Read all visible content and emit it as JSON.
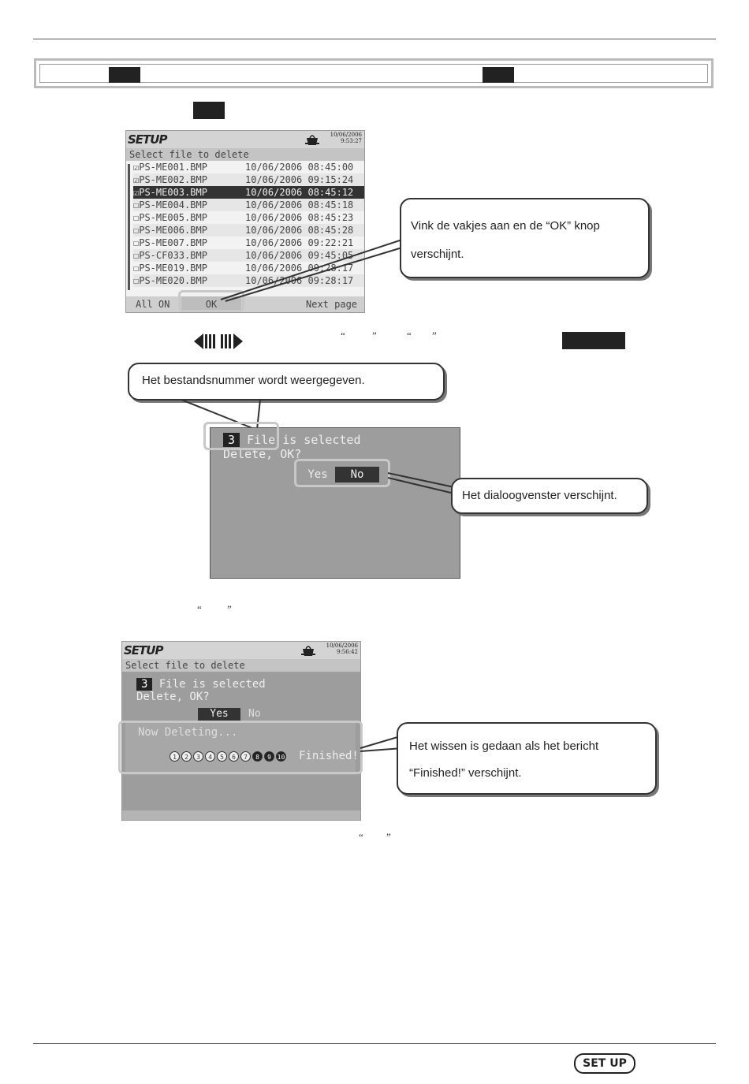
{
  "step1": {
    "screen": {
      "logo": "SETUP",
      "date": "10/06/2006",
      "time": "9:53:27",
      "subtitle": "Select file to delete",
      "files": [
        {
          "name": "PS-ME001.BMP",
          "datetime": "10/06/2006 08:45:00",
          "checked": true
        },
        {
          "name": "PS-ME002.BMP",
          "datetime": "10/06/2006 09:15:24",
          "checked": true
        },
        {
          "name": "PS-ME003.BMP",
          "datetime": "10/06/2006 08:45:12",
          "checked": true
        },
        {
          "name": "PS-ME004.BMP",
          "datetime": "10/06/2006 08:45:18",
          "checked": false
        },
        {
          "name": "PS-ME005.BMP",
          "datetime": "10/06/2006 08:45:23",
          "checked": false
        },
        {
          "name": "PS-ME006.BMP",
          "datetime": "10/06/2006 08:45:28",
          "checked": false
        },
        {
          "name": "PS-ME007.BMP",
          "datetime": "10/06/2006 09:22:21",
          "checked": false
        },
        {
          "name": "PS-CF033.BMP",
          "datetime": "10/06/2006 09:45:05",
          "checked": false
        },
        {
          "name": "PS-ME019.BMP",
          "datetime": "10/06/2006 09:28:17",
          "checked": false
        },
        {
          "name": "PS-ME020.BMP",
          "datetime": "10/06/2006 09:28:17",
          "checked": false
        }
      ],
      "selected_row": 2,
      "footer": {
        "all_on": "All ON",
        "ok": "OK",
        "next_page": "Next page"
      }
    },
    "callout": "Vink de vakjes aan en de “OK” knop verschijnt."
  },
  "step2": {
    "callout_top": "Het bestandsnummer wordt weergegeven.",
    "dialog": {
      "count": "3",
      "line1": "File is selected",
      "line2": "Delete, OK?",
      "yes": "Yes",
      "no": "No"
    },
    "callout_right": "Het dialoogvenster verschijnt."
  },
  "step3": {
    "screen": {
      "logo": "SETUP",
      "date": "10/06/2006",
      "time": "9:56:42",
      "subtitle": "Select file to delete",
      "count": "3",
      "line1": "File is selected",
      "line2": "Delete, OK?",
      "yes": "Yes",
      "no": "No",
      "deleting": "Now Deleting...",
      "progress": [
        "1",
        "2",
        "3",
        "4",
        "5",
        "6",
        "7",
        "8",
        "9",
        "10"
      ],
      "finished": "Finished!"
    },
    "callout": "Het wissen is gedaan als het bericht “Finished!” verschijnt."
  },
  "footer": {
    "badge": "SET UP"
  },
  "quotes": {
    "open": "“",
    "close": "”"
  }
}
